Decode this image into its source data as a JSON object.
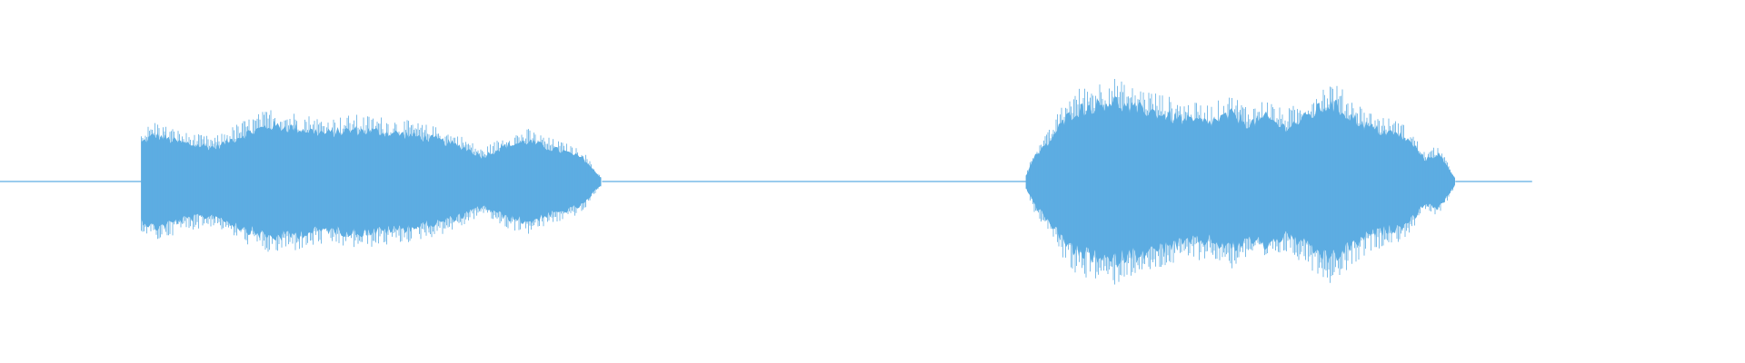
{
  "waveform": {
    "color": "#5DADE2",
    "background": "#ffffff",
    "amplitude_range": [
      -1,
      1
    ],
    "segments": [
      {
        "label": "",
        "start_fraction": 0.081,
        "end_fraction": 0.345,
        "envelope": [
          [
            0.0,
            0.25
          ],
          [
            0.03,
            0.3
          ],
          [
            0.06,
            0.27
          ],
          [
            0.1,
            0.24
          ],
          [
            0.16,
            0.22
          ],
          [
            0.22,
            0.3
          ],
          [
            0.28,
            0.36
          ],
          [
            0.34,
            0.34
          ],
          [
            0.4,
            0.31
          ],
          [
            0.46,
            0.33
          ],
          [
            0.52,
            0.32
          ],
          [
            0.58,
            0.3
          ],
          [
            0.64,
            0.27
          ],
          [
            0.7,
            0.22
          ],
          [
            0.74,
            0.16
          ],
          [
            0.79,
            0.23
          ],
          [
            0.84,
            0.26
          ],
          [
            0.88,
            0.22
          ],
          [
            0.92,
            0.19
          ],
          [
            0.96,
            0.15
          ],
          [
            0.985,
            0.06
          ],
          [
            1.0,
            0.02
          ]
        ]
      },
      {
        "label": "",
        "start_fraction": 0.588,
        "end_fraction": 0.834,
        "envelope": [
          [
            0.0,
            0.04
          ],
          [
            0.02,
            0.16
          ],
          [
            0.05,
            0.24
          ],
          [
            0.08,
            0.36
          ],
          [
            0.11,
            0.45
          ],
          [
            0.15,
            0.48
          ],
          [
            0.2,
            0.52
          ],
          [
            0.24,
            0.47
          ],
          [
            0.28,
            0.46
          ],
          [
            0.33,
            0.42
          ],
          [
            0.38,
            0.39
          ],
          [
            0.43,
            0.38
          ],
          [
            0.48,
            0.43
          ],
          [
            0.52,
            0.37
          ],
          [
            0.56,
            0.41
          ],
          [
            0.6,
            0.35
          ],
          [
            0.64,
            0.39
          ],
          [
            0.68,
            0.46
          ],
          [
            0.71,
            0.5
          ],
          [
            0.75,
            0.43
          ],
          [
            0.79,
            0.36
          ],
          [
            0.83,
            0.32
          ],
          [
            0.87,
            0.3
          ],
          [
            0.9,
            0.24
          ],
          [
            0.93,
            0.14
          ],
          [
            0.96,
            0.18
          ],
          [
            0.985,
            0.08
          ],
          [
            1.0,
            0.02
          ]
        ]
      }
    ],
    "silence_ranges": [
      [
        0.0,
        0.081
      ],
      [
        0.345,
        0.588
      ],
      [
        0.834,
        0.878
      ]
    ]
  }
}
